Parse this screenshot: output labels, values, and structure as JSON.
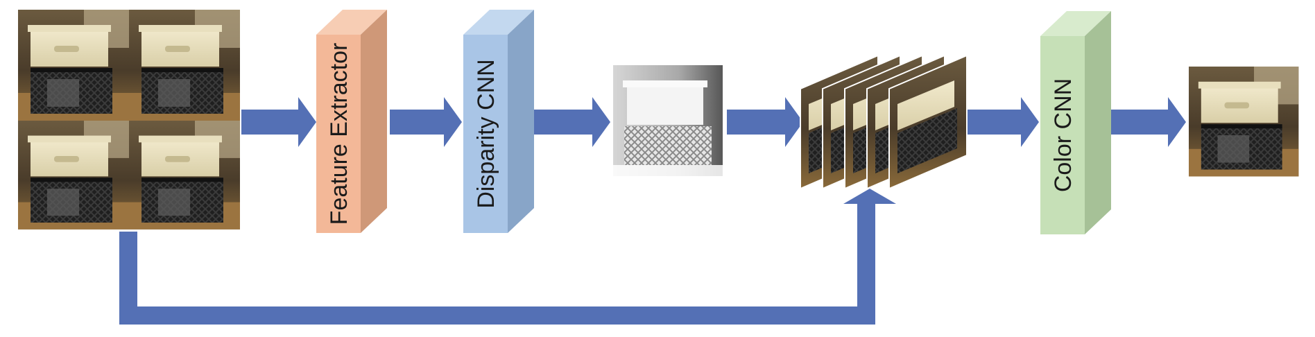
{
  "blocks": {
    "feature_extractor": {
      "label": "Feature Extractor",
      "front": "#f3b898",
      "side": "#cf9878",
      "top": "#f7cdb4"
    },
    "disparity_cnn": {
      "label": "Disparity CNN",
      "front": "#a9c5e6",
      "side": "#88a5c8",
      "top": "#c3d8ef"
    },
    "color_cnn": {
      "label": "Color CNN",
      "front": "#c6e0b7",
      "side": "#a6c197",
      "top": "#d8ebcd"
    }
  },
  "images": {
    "input_views": {
      "name": "input-light-field-views",
      "count": 4
    },
    "disparity_map": {
      "name": "disparity-map"
    },
    "warped_stack": {
      "name": "warped-images",
      "count": 5
    },
    "output_view": {
      "name": "output-novel-view"
    }
  },
  "arrow_color": "#5470b5"
}
